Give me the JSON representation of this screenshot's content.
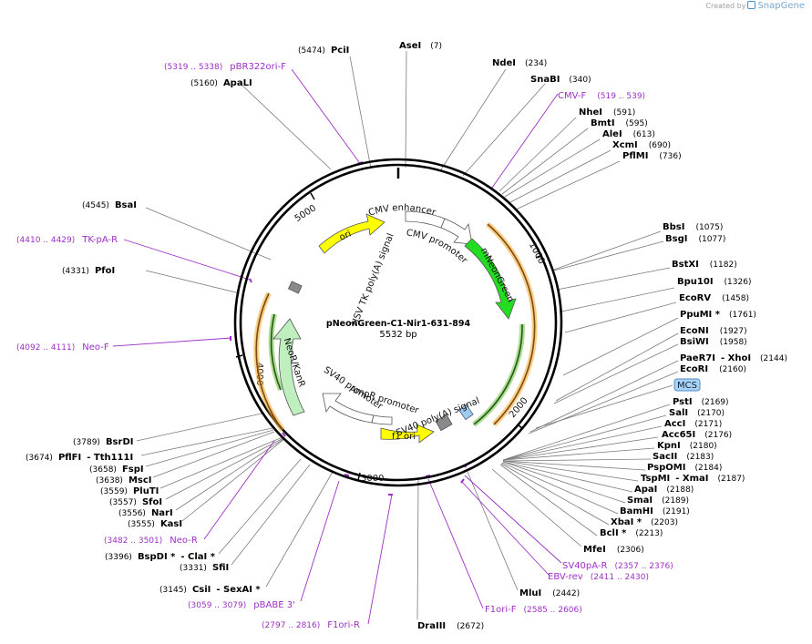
{
  "app": {
    "brand_prefix": "Created by",
    "brand_name": "SnapGene"
  },
  "plasmid": {
    "name": "pNeonGreen-C1-Nir1-631-894",
    "length_label": "5532 bp",
    "length": 5532
  },
  "ticks": [
    "1000",
    "2000",
    "3000",
    "4000",
    "5000"
  ],
  "colors": {
    "primer": "#9b30c4",
    "ori": "#ffff00",
    "neon": "#22dd22",
    "resistance": "#bfeebf",
    "promoter": "#ffffff",
    "orange_arc": "#f5a623",
    "green_arc": "#6fbf3f",
    "gray_box": "#8a8a8a",
    "blue_box": "#9ecbf0"
  },
  "enzymes_top": [
    {
      "name": "PciI",
      "pos": "(5474)"
    },
    {
      "name": "AseI",
      "pos": "(7)"
    },
    {
      "name": "NdeI",
      "pos": "(234)"
    },
    {
      "name": "SnaBI",
      "pos": "(340)"
    },
    {
      "name": "ApaLI",
      "pos": "(5160)"
    }
  ],
  "enzymes_right": [
    {
      "name": "NheI",
      "pos": "(591)"
    },
    {
      "name": "BmtI",
      "pos": "(595)"
    },
    {
      "name": "AleI",
      "pos": "(613)"
    },
    {
      "name": "XcmI",
      "pos": "(690)"
    },
    {
      "name": "PflMI",
      "pos": "(736)"
    },
    {
      "name": "BbsI",
      "pos": "(1075)"
    },
    {
      "name": "BsgI",
      "pos": "(1077)"
    },
    {
      "name": "BstXI",
      "pos": "(1182)"
    },
    {
      "name": "Bpu10I",
      "pos": "(1326)"
    },
    {
      "name": "EcoRV",
      "pos": "(1458)"
    },
    {
      "name": "PpuMI *",
      "pos": "(1761)"
    },
    {
      "name": "EcoNI",
      "pos": "(1927)"
    },
    {
      "name": "BsiWI",
      "pos": "(1958)"
    },
    {
      "name": "PaeR7I",
      "name2": "- XhoI",
      "pos": "(2144)"
    },
    {
      "name": "EcoRI",
      "pos": "(2160)"
    }
  ],
  "mcs_label": "MCS",
  "enzymes_mcs": [
    {
      "name": "PstI",
      "pos": "(2169)"
    },
    {
      "name": "SalI",
      "pos": "(2170)"
    },
    {
      "name": "AccI",
      "pos": "(2171)"
    },
    {
      "name": "Acc65I",
      "pos": "(2176)"
    },
    {
      "name": "KpnI",
      "pos": "(2180)"
    },
    {
      "name": "SacII",
      "pos": "(2183)"
    },
    {
      "name": "PspOMI",
      "pos": "(2184)"
    },
    {
      "name": "TspMI",
      "name2": "- XmaI",
      "pos": "(2187)"
    },
    {
      "name": "ApaI",
      "pos": "(2188)"
    },
    {
      "name": "SmaI",
      "pos": "(2189)"
    },
    {
      "name": "BamHI",
      "pos": "(2191)"
    },
    {
      "name": "XbaI *",
      "pos": "(2203)"
    },
    {
      "name": "BclI *",
      "pos": "(2213)"
    },
    {
      "name": "MfeI",
      "pos": "(2306)"
    }
  ],
  "enzymes_bottom": [
    {
      "name": "MluI",
      "pos": "(2442)"
    },
    {
      "name": "DraIII",
      "pos": "(2672)"
    }
  ],
  "enzymes_left": [
    {
      "name": "BsaI",
      "pos": "(4545)"
    },
    {
      "name": "PfoI",
      "pos": "(4331)"
    },
    {
      "name": "BsrDI",
      "pos": "(3789)"
    },
    {
      "name": "PflFI",
      "name2": "- Tth111I",
      "pos": "(3674)"
    },
    {
      "name": "FspI",
      "pos": "(3658)"
    },
    {
      "name": "MscI",
      "pos": "(3638)"
    },
    {
      "name": "PluTI",
      "pos": "(3559)"
    },
    {
      "name": "SfoI",
      "pos": "(3557)"
    },
    {
      "name": "NarI",
      "pos": "(3556)"
    },
    {
      "name": "KasI",
      "pos": "(3555)"
    },
    {
      "name": "BspDI *",
      "name2": "- ClaI *",
      "pos": "(3396)"
    },
    {
      "name": "SfiI",
      "pos": "(3331)"
    },
    {
      "name": "CsiI",
      "name2": "- SexAI *",
      "pos": "(3145)"
    }
  ],
  "primers": [
    {
      "name": "pBR322ori-F",
      "pos": "(5319 .. 5338)"
    },
    {
      "name": "CMV-F",
      "pos": "(519 .. 539)"
    },
    {
      "name": "TK-pA-R",
      "pos": "(4410 .. 4429)"
    },
    {
      "name": "Neo-F",
      "pos": "(4092 .. 4111)"
    },
    {
      "name": "Neo-R",
      "pos": "(3482 .. 3501)"
    },
    {
      "name": "pBABE 3'",
      "pos": "(3059 .. 3079)"
    },
    {
      "name": "F1ori-R",
      "pos": "(2797 .. 2816)"
    },
    {
      "name": "F1ori-F",
      "pos": "(2585 .. 2606)"
    },
    {
      "name": "SV40pA-R",
      "pos": "(2357 .. 2376)"
    },
    {
      "name": "EBV-rev",
      "pos": "(2411 .. 2430)"
    }
  ],
  "features": [
    {
      "name": "ori"
    },
    {
      "name": "CMV enhancer"
    },
    {
      "name": "CMV promoter"
    },
    {
      "name": "mNeonGreen"
    },
    {
      "name": "HSV TK poly(A) signal"
    },
    {
      "name": "NeoR/KanR"
    },
    {
      "name": "SV40 promoter"
    },
    {
      "name": "AmpR promoter"
    },
    {
      "name": "SV40 poly(A) signal"
    },
    {
      "name": "f1 ori"
    }
  ]
}
